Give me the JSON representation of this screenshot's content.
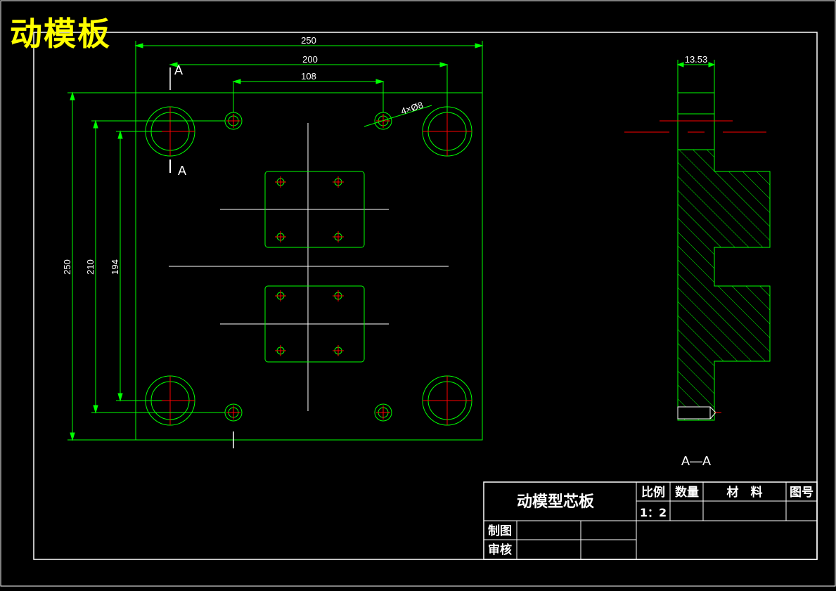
{
  "drawing_title": "动模板",
  "dimensions": {
    "overall_width": "250",
    "leader_pin_span": "200",
    "small_hole_span": "108",
    "hole_callout": "4×Ø8",
    "overall_height": "250",
    "pin_vertical_span": "210",
    "hole_vertical_span": "194",
    "thickness": "13.53"
  },
  "section_marks": {
    "top": "A",
    "bottom": "A",
    "view_label": "A—A"
  },
  "title_block": {
    "part_name": "动模型芯板",
    "scale_label": "比例",
    "quantity_label": "数量",
    "material_label": "材　料",
    "drawing_no_label": "图号",
    "scale_value": "1：2",
    "drawn_by_label": "制图",
    "checked_by_label": "审核"
  },
  "colors": {
    "outline": "#00ff00",
    "centerline": "#ff0000",
    "border": "#ffffff",
    "title": "#ffff00"
  }
}
